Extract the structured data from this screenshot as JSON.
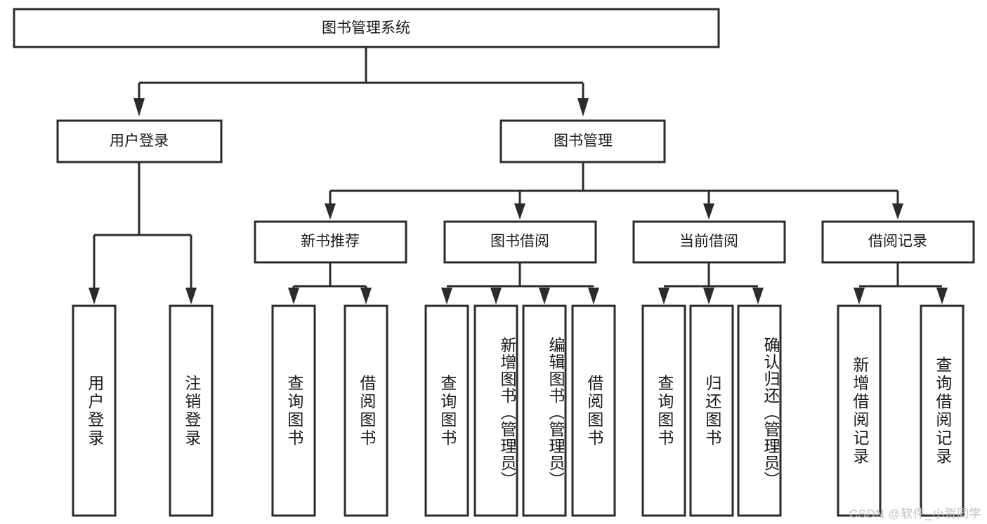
{
  "diagram": {
    "type": "tree",
    "title": "图书管理系统",
    "orientation": "top-down",
    "levels": 4,
    "colors": {
      "stroke": "#2b2b2b",
      "fill": "#ffffff",
      "text": "#1a1a1a",
      "watermark": "#c2c2c2"
    },
    "root": {
      "label": "图书管理系统"
    },
    "level2": [
      {
        "label": "用户登录"
      },
      {
        "label": "图书管理"
      }
    ],
    "level3": [
      {
        "label": "新书推荐"
      },
      {
        "label": "图书借阅"
      },
      {
        "label": "当前借阅"
      },
      {
        "label": "借阅记录"
      }
    ],
    "leaves": {
      "user_login": [
        "用户登录",
        "注销登录"
      ],
      "new_book_recommend": [
        "查询图书",
        "借阅图书"
      ],
      "book_borrow": [
        "查询图书",
        "新增图书（管理员）",
        "编辑图书（管理员）",
        "借阅图书"
      ],
      "current_borrow": [
        "查询图书",
        "归还图书",
        "确认归还（管理员）"
      ],
      "borrow_record": [
        "新增借阅记录",
        "查询借阅记录"
      ]
    },
    "edges": [
      {
        "from": "图书管理系统",
        "to": "用户登录"
      },
      {
        "from": "图书管理系统",
        "to": "图书管理"
      },
      {
        "from": "图书管理",
        "to": "新书推荐"
      },
      {
        "from": "图书管理",
        "to": "图书借阅"
      },
      {
        "from": "图书管理",
        "to": "当前借阅"
      },
      {
        "from": "图书管理",
        "to": "借阅记录"
      },
      {
        "from": "用户登录",
        "to": "用户登录"
      },
      {
        "from": "用户登录",
        "to": "注销登录"
      },
      {
        "from": "新书推荐",
        "to": "查询图书"
      },
      {
        "from": "新书推荐",
        "to": "借阅图书"
      },
      {
        "from": "图书借阅",
        "to": "查询图书"
      },
      {
        "from": "图书借阅",
        "to": "新增图书（管理员）"
      },
      {
        "from": "图书借阅",
        "to": "编辑图书（管理员）"
      },
      {
        "from": "图书借阅",
        "to": "借阅图书"
      },
      {
        "from": "当前借阅",
        "to": "查询图书"
      },
      {
        "from": "当前借阅",
        "to": "归还图书"
      },
      {
        "from": "当前借阅",
        "to": "确认归还（管理员）"
      },
      {
        "from": "借阅记录",
        "to": "新增借阅记录"
      },
      {
        "from": "借阅记录",
        "to": "查询借阅记录"
      }
    ]
  },
  "watermark": {
    "text": "CSDN @软件_小贺同学"
  }
}
